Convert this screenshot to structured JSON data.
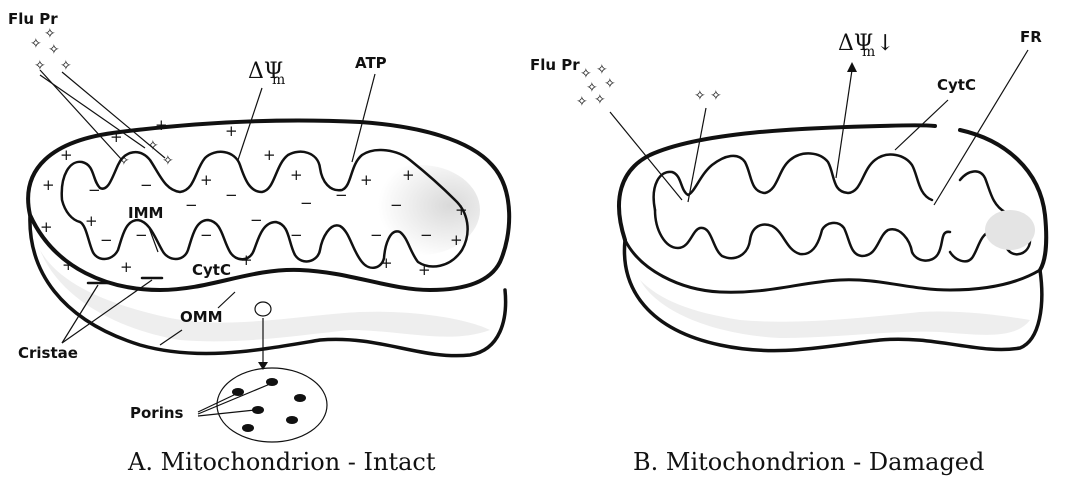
{
  "panel_a": {
    "caption": "A. Mitochondrion - Intact",
    "labels": {
      "flu_pr": "Flu Pr",
      "delta_psi": "ΔΨ",
      "delta_psi_sub": "m",
      "atp": "ATP",
      "imm": "IMM",
      "cytc": "CytC",
      "omm": "OMM",
      "cristae": "Cristae",
      "porins": "Porins"
    },
    "charges": {
      "plus": "+",
      "minus": "−"
    }
  },
  "panel_b": {
    "caption": "B. Mitochondrion - Damaged",
    "labels": {
      "flu_pr": "Flu Pr",
      "delta_psi": "ΔΨ",
      "delta_psi_sub": "m",
      "delta_psi_arrow": "↓",
      "cytc": "CytC",
      "fr": "FR"
    }
  },
  "glyphs": {
    "probe": "✧"
  }
}
